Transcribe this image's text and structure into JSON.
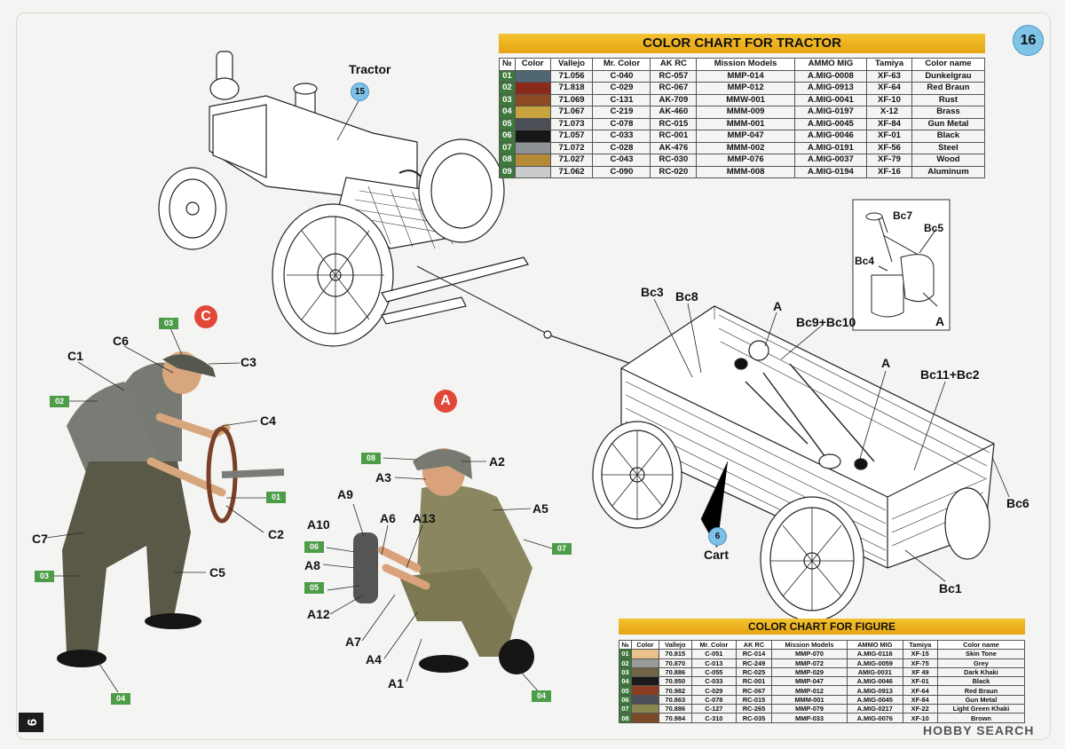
{
  "step_number": "16",
  "page_number": "9",
  "labels": {
    "tractor": "Tractor",
    "cart": "Cart",
    "callout_15": "15",
    "callout_6": "6",
    "figure_c": "C",
    "figure_a": "A"
  },
  "watermark": "HOBBY SEARCH",
  "tractor_chart": {
    "title": "COLOR CHART FOR  TRACTOR",
    "headers": [
      "№",
      "Color",
      "Vallejo",
      "Mr. Color",
      "AK RC",
      "Mission Models",
      "AMMO MIG",
      "Tamiya",
      "Color name"
    ],
    "rows": [
      {
        "no": "01",
        "swatch": "#4f6673",
        "vallejo": "71.056",
        "mr": "C-040",
        "ak": "RC-057",
        "mission": "MMP-014",
        "ammo": "A.MIG-0008",
        "tamiya": "XF-63",
        "name": "Dunkelgrau"
      },
      {
        "no": "02",
        "swatch": "#8a2a1c",
        "vallejo": "71.818",
        "mr": "C-029",
        "ak": "RC-067",
        "mission": "MMP-012",
        "ammo": "A.MIG-0913",
        "tamiya": "XF-64",
        "name": "Red Braun"
      },
      {
        "no": "03",
        "swatch": "#8e4a22",
        "vallejo": "71.069",
        "mr": "C-131",
        "ak": "AK-709",
        "mission": "MMW-001",
        "ammo": "A.MIG-0041",
        "tamiya": "XF-10",
        "name": "Rust"
      },
      {
        "no": "04",
        "swatch": "#c8a43e",
        "vallejo": "71.067",
        "mr": "C-219",
        "ak": "AK-460",
        "mission": "MMM-009",
        "ammo": "A.MIG-0197",
        "tamiya": "X-12",
        "name": "Brass"
      },
      {
        "no": "05",
        "swatch": "#4c4f55",
        "vallejo": "71.073",
        "mr": "C-078",
        "ak": "RC-015",
        "mission": "MMM-001",
        "ammo": "A.MIG-0045",
        "tamiya": "XF-84",
        "name": "Gun Metal"
      },
      {
        "no": "06",
        "swatch": "#161616",
        "vallejo": "71.057",
        "mr": "C-033",
        "ak": "RC-001",
        "mission": "MMP-047",
        "ammo": "A.MIG-0046",
        "tamiya": "XF-01",
        "name": "Black"
      },
      {
        "no": "07",
        "swatch": "#8f9296",
        "vallejo": "71.072",
        "mr": "C-028",
        "ak": "AK-476",
        "mission": "MMM-002",
        "ammo": "A.MIG-0191",
        "tamiya": "XF-56",
        "name": "Steel"
      },
      {
        "no": "08",
        "swatch": "#b58a36",
        "vallejo": "71.027",
        "mr": "C-043",
        "ak": "RC-030",
        "mission": "MMP-076",
        "ammo": "A.MIG-0037",
        "tamiya": "XF-79",
        "name": "Wood"
      },
      {
        "no": "09",
        "swatch": "#c9cbcd",
        "vallejo": "71.062",
        "mr": "C-090",
        "ak": "RC-020",
        "mission": "MMM-008",
        "ammo": "A.MIG-0194",
        "tamiya": "XF-16",
        "name": "Aluminum"
      }
    ]
  },
  "figure_chart": {
    "title": "COLOR CHART FOR FIGURE",
    "headers": [
      "№",
      "Color",
      "Vallejo",
      "Mr. Color",
      "AK RC",
      "Mission Models",
      "AMMO MIG",
      "Tamiya",
      "Color name"
    ],
    "rows": [
      {
        "no": "01",
        "swatch": "#e8c18c",
        "vallejo": "70.815",
        "mr": "C-051",
        "ak": "RC-014",
        "mission": "MMP-070",
        "ammo": "A.MIG-0116",
        "tamiya": "XF-15",
        "name": "Skin Tone"
      },
      {
        "no": "02",
        "swatch": "#9a9a98",
        "vallejo": "70.870",
        "mr": "C-013",
        "ak": "RC-249",
        "mission": "MMP-072",
        "ammo": "A.MIG-0059",
        "tamiya": "XF-75",
        "name": "Grey"
      },
      {
        "no": "03",
        "swatch": "#6f6443",
        "vallejo": "70.886",
        "mr": "C-055",
        "ak": "RC-025",
        "mission": "MMP-029",
        "ammo": "AMIG-0031",
        "tamiya": "XF 49",
        "name": "Dark Khaki"
      },
      {
        "no": "04",
        "swatch": "#1a1a1a",
        "vallejo": "70.950",
        "mr": "C-033",
        "ak": "RC-001",
        "mission": "MMP-047",
        "ammo": "A.MIG-0046",
        "tamiya": "XF-01",
        "name": "Black"
      },
      {
        "no": "05",
        "swatch": "#8b3d24",
        "vallejo": "70.982",
        "mr": "C-029",
        "ak": "RC-067",
        "mission": "MMP-012",
        "ammo": "A.MIG-0913",
        "tamiya": "XF-64",
        "name": "Red Braun"
      },
      {
        "no": "06",
        "swatch": "#4d5056",
        "vallejo": "70.863",
        "mr": "C-078",
        "ak": "RC-015",
        "mission": "MMM-001",
        "ammo": "A.MIG-0045",
        "tamiya": "XF-84",
        "name": "Gun Metal"
      },
      {
        "no": "07",
        "swatch": "#8a8650",
        "vallejo": "70.886",
        "mr": "C-127",
        "ak": "RC-265",
        "mission": "MMP-079",
        "ammo": "A.MIG-0217",
        "tamiya": "XF-22",
        "name": "Light Green Khaki"
      },
      {
        "no": "08",
        "swatch": "#7a4a26",
        "vallejo": "70.984",
        "mr": "C-310",
        "ak": "RC-035",
        "mission": "MMP-033",
        "ammo": "A.MIG-0076",
        "tamiya": "XF-10",
        "name": "Brown"
      }
    ]
  },
  "cart_parts": [
    {
      "id": "bc3",
      "text": "Bc3"
    },
    {
      "id": "bc8",
      "text": "Bc8"
    },
    {
      "id": "a1",
      "text": "A"
    },
    {
      "id": "bc9",
      "text": "Bc9+Bc10"
    },
    {
      "id": "a2",
      "text": "A"
    },
    {
      "id": "bc11",
      "text": "Bc11+Bc2"
    },
    {
      "id": "bc6",
      "text": "Bc6"
    },
    {
      "id": "bc1",
      "text": "Bc1"
    }
  ],
  "inset_parts": [
    {
      "id": "bc7",
      "text": "Bc7"
    },
    {
      "id": "bc5",
      "text": "Bc5"
    },
    {
      "id": "bc4",
      "text": "Bc4"
    },
    {
      "id": "a",
      "text": "A"
    }
  ],
  "figure_c_parts": [
    {
      "id": "c1",
      "text": "C1"
    },
    {
      "id": "c6",
      "text": "C6"
    },
    {
      "id": "c3",
      "text": "C3"
    },
    {
      "id": "c4",
      "text": "C4"
    },
    {
      "id": "c2",
      "text": "C2"
    },
    {
      "id": "c7",
      "text": "C7"
    },
    {
      "id": "c5",
      "text": "C5"
    }
  ],
  "figure_c_tags": [
    "03",
    "02",
    "01",
    "03",
    "04"
  ],
  "figure_a_parts": [
    {
      "id": "a2",
      "text": "A2"
    },
    {
      "id": "a3",
      "text": "A3"
    },
    {
      "id": "a5",
      "text": "A5"
    },
    {
      "id": "a9",
      "text": "A9"
    },
    {
      "id": "a10",
      "text": "A10"
    },
    {
      "id": "a6",
      "text": "A6"
    },
    {
      "id": "a13",
      "text": "A13"
    },
    {
      "id": "a8",
      "text": "A8"
    },
    {
      "id": "a12",
      "text": "A12"
    },
    {
      "id": "a7",
      "text": "A7"
    },
    {
      "id": "a4",
      "text": "A4"
    },
    {
      "id": "a1",
      "text": "A1"
    }
  ],
  "figure_a_tags": [
    "08",
    "06",
    "05",
    "07",
    "04"
  ]
}
